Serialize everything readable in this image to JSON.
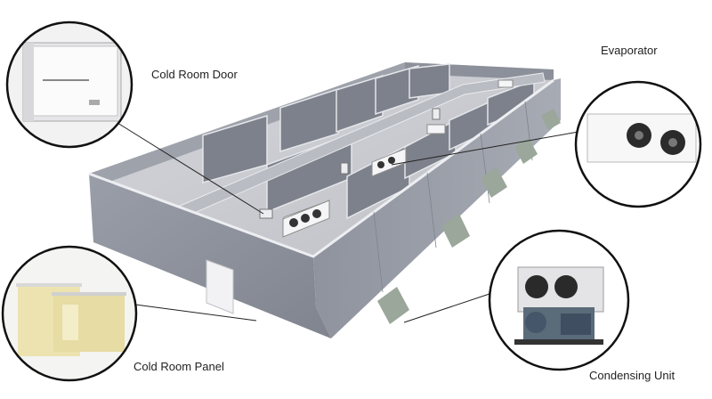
{
  "labels": {
    "door": "Cold Room Door",
    "evaporator": "Evaporator",
    "panel": "Cold Room Panel",
    "condensing": "Condensing Unit"
  },
  "colors": {
    "wall_outer": "#8a8e98",
    "wall_top": "#d9dbe0",
    "floor": "#c7c9ce",
    "partition": "#7d818b",
    "panel_core": "#ece3b0",
    "callout_ring": "#111111",
    "support": "#9aa79a"
  }
}
